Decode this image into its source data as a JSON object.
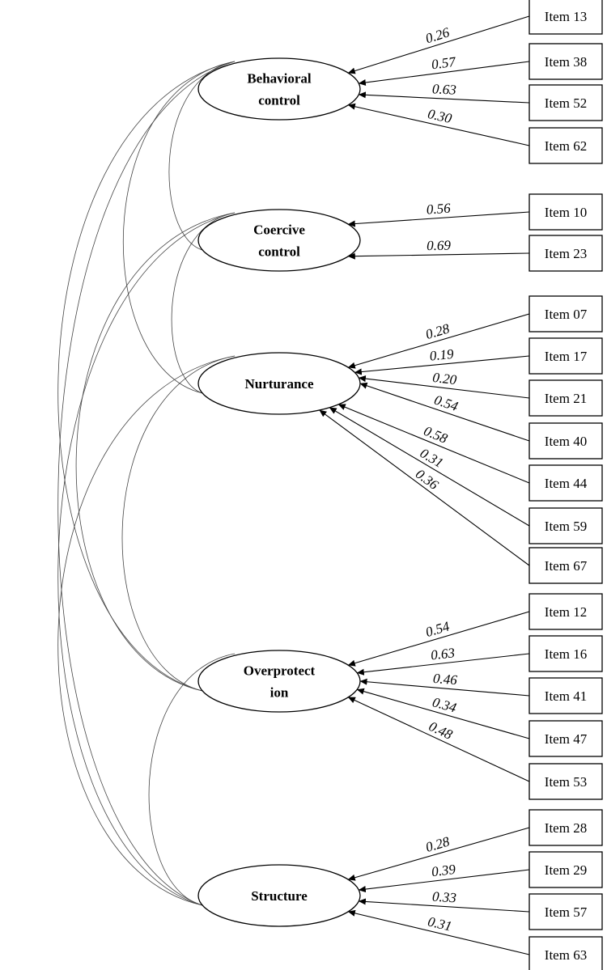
{
  "factors": [
    {
      "id": "behavioral",
      "lines": [
        "Behavioral",
        "control"
      ]
    },
    {
      "id": "coercive",
      "lines": [
        "Coercive",
        "control"
      ]
    },
    {
      "id": "nurturance",
      "lines": [
        "Nurturance"
      ]
    },
    {
      "id": "overprotection",
      "lines": [
        "Overprotect",
        "ion"
      ]
    },
    {
      "id": "structure",
      "lines": [
        "Structure"
      ]
    }
  ],
  "items": [
    {
      "label": "Item 13",
      "factor": "behavioral",
      "loading": "0.26"
    },
    {
      "label": "Item 38",
      "factor": "behavioral",
      "loading": "0.57"
    },
    {
      "label": "Item 52",
      "factor": "behavioral",
      "loading": "0.63"
    },
    {
      "label": "Item 62",
      "factor": "behavioral",
      "loading": "0.30"
    },
    {
      "label": "Item 10",
      "factor": "coercive",
      "loading": "0.56"
    },
    {
      "label": "Item 23",
      "factor": "coercive",
      "loading": "0.69"
    },
    {
      "label": "Item 07",
      "factor": "nurturance",
      "loading": "0.28"
    },
    {
      "label": "Item 17",
      "factor": "nurturance",
      "loading": "0.19"
    },
    {
      "label": "Item 21",
      "factor": "nurturance",
      "loading": "0.20"
    },
    {
      "label": "Item 40",
      "factor": "nurturance",
      "loading": "0.54"
    },
    {
      "label": "Item 44",
      "factor": "nurturance",
      "loading": "0.58"
    },
    {
      "label": "Item 59",
      "factor": "nurturance",
      "loading": "0.31"
    },
    {
      "label": "Item 67",
      "factor": "nurturance",
      "loading": "0.36"
    },
    {
      "label": "Item 12",
      "factor": "overprotection",
      "loading": "0.54"
    },
    {
      "label": "Item 16",
      "factor": "overprotection",
      "loading": "0.63"
    },
    {
      "label": "Item 41",
      "factor": "overprotection",
      "loading": "0.46"
    },
    {
      "label": "Item 47",
      "factor": "overprotection",
      "loading": "0.34"
    },
    {
      "label": "Item 53",
      "factor": "overprotection",
      "loading": "0.48"
    },
    {
      "label": "Item 28",
      "factor": "structure",
      "loading": "0.28"
    },
    {
      "label": "Item 29",
      "factor": "structure",
      "loading": "0.39"
    },
    {
      "label": "Item 57",
      "factor": "structure",
      "loading": "0.33"
    },
    {
      "label": "Item 63",
      "factor": "structure",
      "loading": "0.31"
    }
  ],
  "covariances": [
    [
      "behavioral",
      "coercive"
    ],
    [
      "behavioral",
      "nurturance"
    ],
    [
      "behavioral",
      "overprotection"
    ],
    [
      "behavioral",
      "structure"
    ],
    [
      "coercive",
      "nurturance"
    ],
    [
      "coercive",
      "overprotection"
    ],
    [
      "coercive",
      "structure"
    ],
    [
      "nurturance",
      "overprotection"
    ],
    [
      "nurturance",
      "structure"
    ],
    [
      "overprotection",
      "structure"
    ]
  ]
}
